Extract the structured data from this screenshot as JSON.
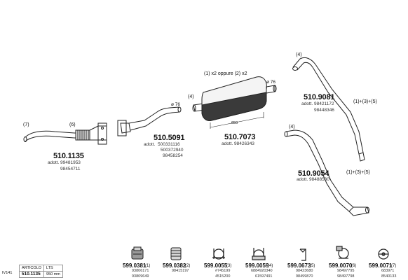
{
  "parts": [
    {
      "number": "510.1135",
      "adott_label": "adott.",
      "refs": [
        "99481953",
        "98454711"
      ],
      "labels": [
        "(7)",
        "(6)"
      ]
    },
    {
      "number": "510.5091",
      "adott_label": "adott.",
      "refs": [
        "500331116",
        "500372940",
        "98458254"
      ],
      "labels": [
        "ø 76"
      ]
    },
    {
      "number": "510.7073",
      "adott_label": "adott.",
      "refs": [
        "98426343"
      ],
      "labels": [
        "(1) x2 oppure (2) x2",
        "(4)",
        "ø 76",
        "650"
      ]
    },
    {
      "number": "510.9081",
      "adott_label": "adott.",
      "refs": [
        "98421172",
        "98448346"
      ],
      "labels": [
        "(4)",
        "(1)+(3)+(5)"
      ]
    },
    {
      "number": "510.9054",
      "adott_label": "adott.",
      "refs": [
        "98488530"
      ],
      "labels": [
        "(4)",
        "(1)+(3)+(5)"
      ]
    }
  ],
  "accessories": [
    {
      "number": "599.0381",
      "count": "(1)",
      "refs": [
        "93806171",
        "93809649"
      ],
      "icon": "clamp-icon"
    },
    {
      "number": "599.0382",
      "count": "(2)",
      "refs": [
        "98415197"
      ],
      "icon": "gasket-ring-icon"
    },
    {
      "number": "599.0055",
      "count": "(3)",
      "refs": [
        "#745199",
        "4515200"
      ],
      "icon": "u-bolt-icon"
    },
    {
      "number": "599.0059",
      "count": "(4)",
      "refs": [
        "6884920340",
        "61597491"
      ],
      "icon": "u-bolt-clamp-icon"
    },
    {
      "number": "599.0673",
      "count": "(5)",
      "refs": [
        "98423680",
        "98499870"
      ],
      "icon": "bracket-icon"
    },
    {
      "number": "599.0070",
      "count": "(6)",
      "refs": [
        "98497795",
        "98497798"
      ],
      "icon": "band-clamp-icon"
    },
    {
      "number": "599.0071",
      "count": "(7)",
      "refs": [
        "683971",
        "8540133"
      ],
      "icon": "ring-clamp-icon"
    }
  ],
  "footer": {
    "code": "IV141",
    "headers": [
      "ARTICOLO",
      "LTS"
    ],
    "article": "510.1135",
    "lts": "950 mm"
  }
}
